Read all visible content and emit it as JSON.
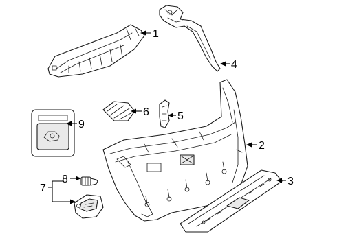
{
  "callouts": {
    "c1": "1",
    "c2": "2",
    "c3": "3",
    "c4": "4",
    "c5": "5",
    "c6": "6",
    "c7": "7",
    "c8": "8",
    "c9": "9"
  },
  "colors": {
    "line": "#1a1a1a",
    "fill": "#ffffff",
    "background": "#ffffff"
  }
}
